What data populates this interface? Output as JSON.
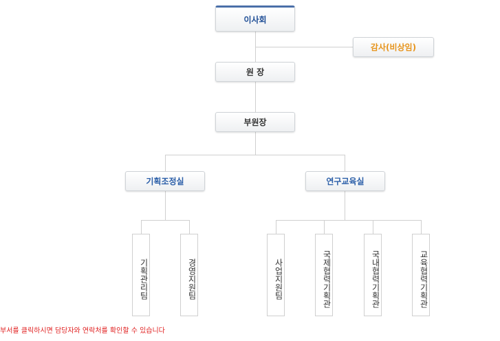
{
  "org": {
    "board": "이사회",
    "auditor": "감사(비상임)",
    "president": "원 장",
    "vice_president": "부원장",
    "planning_office": "기획조정실",
    "research_office": "연구교육실",
    "departments": {
      "planning_management": "기획관리팀",
      "business_support": "경영지원팀",
      "project_support": "사업지원팀",
      "intl_cooperation": "국제협력기획관",
      "domestic_cooperation": "국내협력기획관",
      "education_cooperation": "교육협력기획관"
    }
  },
  "note": "부서를 클릭하시면 담당자와 연락처를 확인할 수 있습니다",
  "colors": {
    "board_accent": "#4a6fa8",
    "office_text": "#2a5ea8",
    "auditor_text": "#e7941c",
    "note_text": "#e02020"
  }
}
